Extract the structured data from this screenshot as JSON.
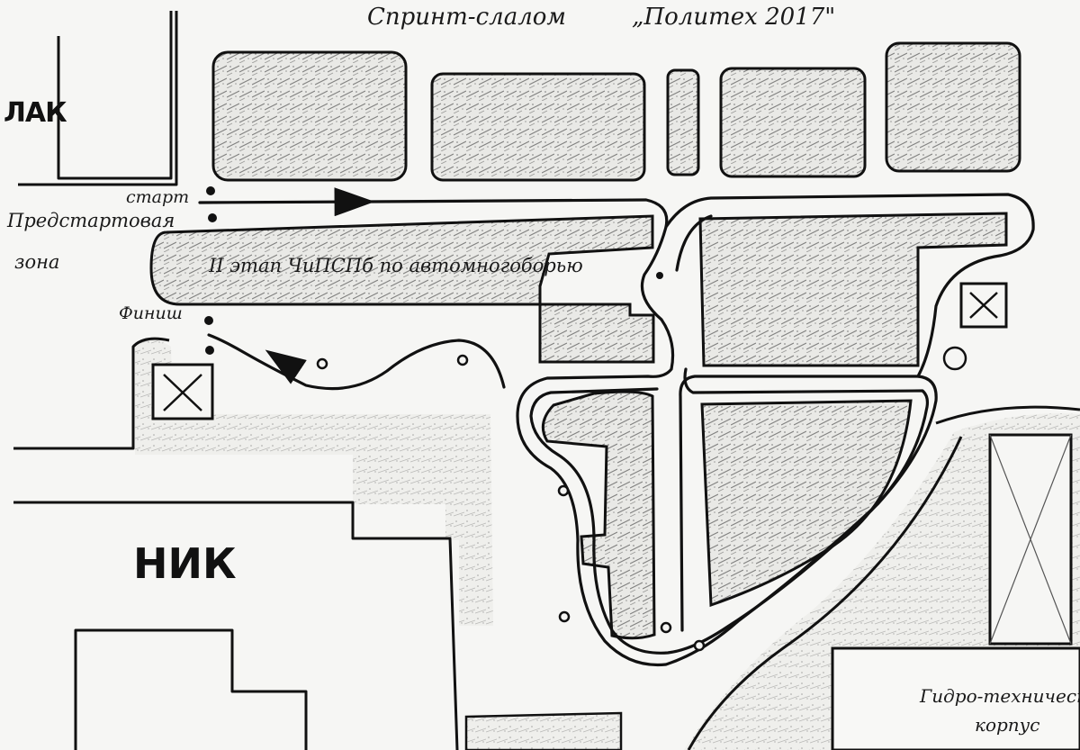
{
  "map": {
    "title_event": "Спринт-слалом",
    "title_name": "„Политех 2017\"",
    "labels": {
      "lak": "ЛАК",
      "start": "старт",
      "prestart_line1": "Предстартовая",
      "prestart_line2": "зона",
      "finish": "Финиш",
      "stage": "II этап ЧиПСПб по автомногоборью",
      "nik": "НИК",
      "hydro_line1": "Гидро-техническ",
      "hydro_line2": "корпус"
    }
  }
}
